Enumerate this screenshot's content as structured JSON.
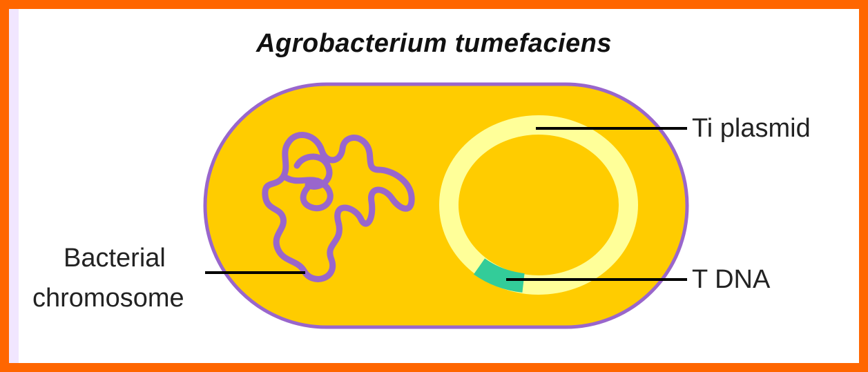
{
  "title": "Agrobacterium tumefaciens",
  "labels": {
    "ti_plasmid": "Ti plasmid",
    "t_dna": "T DNA",
    "bacterial_chromosome_line1": "Bacterial",
    "bacterial_chromosome_line2": "chromosome"
  },
  "colors": {
    "frame_border": "#ff6600",
    "cell_fill": "#ffcc00",
    "cell_outline": "#9966cc",
    "chromosome": "#9966cc",
    "plasmid_ring": "#ffff99",
    "t_dna_segment": "#33cc99",
    "leader_lines": "#000000"
  }
}
